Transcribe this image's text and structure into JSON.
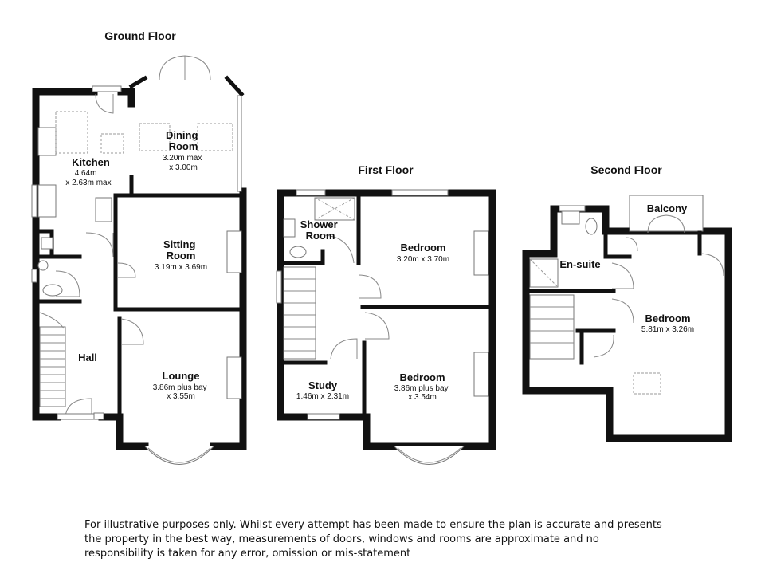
{
  "floors": {
    "ground": {
      "title": "Ground Floor",
      "rooms": {
        "dining": {
          "name": [
            "Dining",
            "Room"
          ],
          "dims": [
            "3.20m max",
            "x 3.00m"
          ]
        },
        "kitchen": {
          "name": [
            "Kitchen"
          ],
          "dims": [
            "4.64m",
            "x 2.63m max"
          ]
        },
        "sitting": {
          "name": [
            "Sitting",
            "Room"
          ],
          "dims": [
            "3.19m x 3.69m"
          ]
        },
        "hall": {
          "name": [
            "Hall"
          ],
          "dims": []
        },
        "lounge": {
          "name": [
            "Lounge"
          ],
          "dims": [
            "3.86m plus bay",
            "x 3.55m"
          ]
        }
      }
    },
    "first": {
      "title": "First Floor",
      "rooms": {
        "shower": {
          "name": [
            "Shower",
            "Room"
          ],
          "dims": []
        },
        "bedroom_rear": {
          "name": [
            "Bedroom"
          ],
          "dims": [
            "3.20m x 3.70m"
          ]
        },
        "study": {
          "name": [
            "Study"
          ],
          "dims": [
            "1.46m x 2.31m"
          ]
        },
        "bedroom_front": {
          "name": [
            "Bedroom"
          ],
          "dims": [
            "3.86m plus bay",
            "x 3.54m"
          ]
        }
      }
    },
    "second": {
      "title": "Second Floor",
      "rooms": {
        "balcony": {
          "name": [
            "Balcony"
          ],
          "dims": []
        },
        "ensuite": {
          "name": [
            "En-suite"
          ],
          "dims": []
        },
        "bedroom": {
          "name": [
            "Bedroom"
          ],
          "dims": [
            "5.81m x 3.26m"
          ]
        }
      }
    }
  },
  "disclaimer": [
    "For illustrative purposes only. Whilst every attempt has been made to ensure the plan is accurate and presents",
    "the property in the best way, measurements of doors, windows and rooms are approximate and no",
    "responsibility is taken for any error, omission or mis-statement"
  ]
}
